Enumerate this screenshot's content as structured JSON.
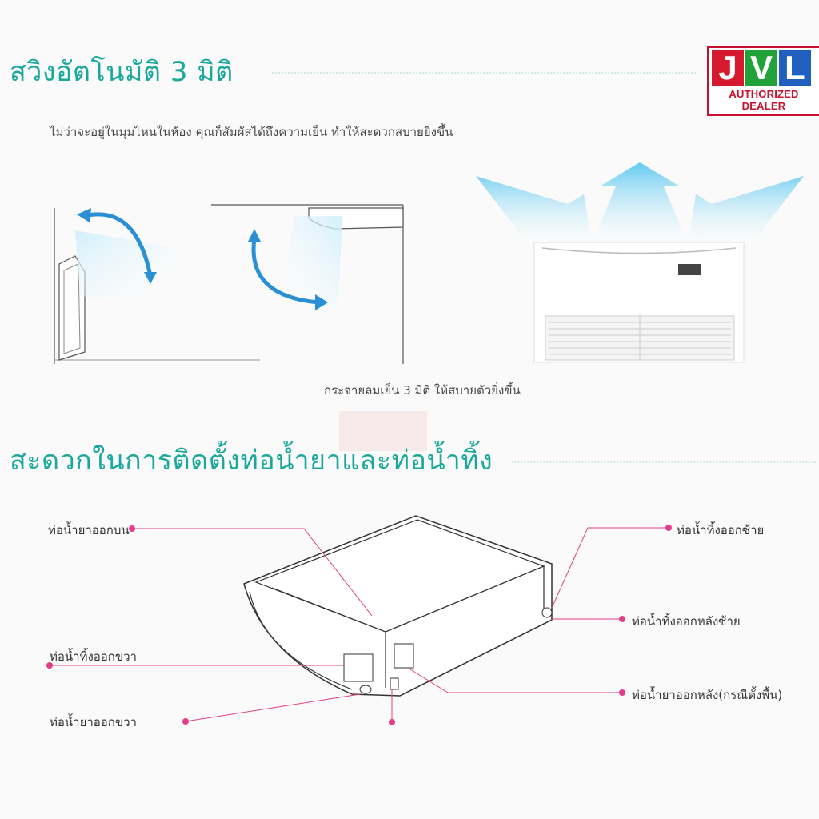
{
  "section1": {
    "title": "สวิงอัตโนมัติ 3 มิติ",
    "description": "ไม่ว่าจะอยู่ในมุมไหนในห้อง คุณก็สัมผัสได้ถึงความเย็น ทำให้สะดวกสบายยิ่งขึ้น",
    "caption": "กระจายลมเย็น 3 มิติ ให้สบายตัวยิ่งขึ้น"
  },
  "section2": {
    "title": "สะดวกในการติดตั้งท่อน้ำยาและท่อน้ำทิ้ง",
    "labels": {
      "top_refrigerant": "ท่อน้ำยาออกบน",
      "right_drain": "ท่อน้ำทิ้งออกขวา",
      "right_refrigerant": "ท่อน้ำยาออกขวา",
      "left_drain": "ท่อน้ำทิ้งออกซ้าย",
      "rear_left_drain": "ท่อน้ำทิ้งออกหลังซ้าย",
      "rear_refrigerant": "ท่อน้ำยาออกหลัง(กรณีตั้งพื้น)"
    }
  },
  "logo": {
    "letters": [
      "J",
      "V",
      "L"
    ],
    "tagline": "AUTHORIZED DEALER",
    "colors": [
      "#d7192f",
      "#22a33a",
      "#1f5fbf"
    ]
  },
  "colors": {
    "accent": "#1aa89c",
    "pointer": "#e23e8a",
    "arrow": "#2b8fd6"
  }
}
